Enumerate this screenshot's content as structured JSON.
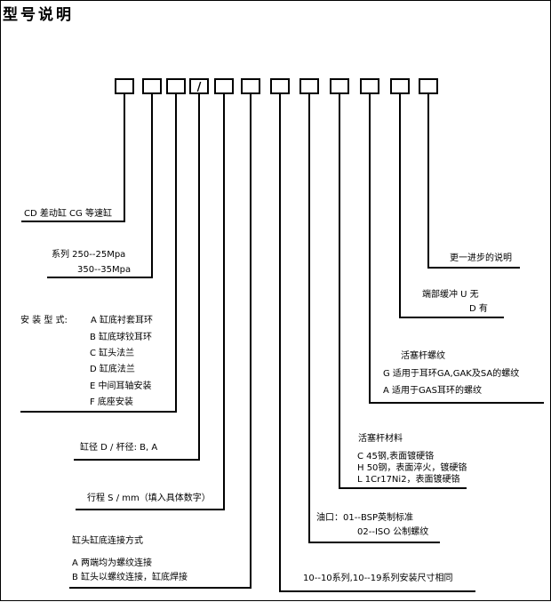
{
  "title": "型号说明",
  "slash": "/",
  "groups": {
    "g1": {
      "line1": "CD 差动缸  CG 等速缸"
    },
    "g2": {
      "line1": "系列  250--25Mpa",
      "line2": "350--35Mpa"
    },
    "g3": {
      "label": "安 装 型 式:",
      "items": [
        "A   缸底衬套耳环",
        "B  缸底球铰耳环",
        "C   缸头法兰",
        "D   缸底法兰",
        "E   中间耳轴安装",
        "F   底座安装"
      ]
    },
    "g4": {
      "line1": "缸径 D / 杆径: B, A"
    },
    "g5": {
      "line1": "行程   S / mm（填入具体数字）"
    },
    "g6": {
      "line1": "缸头缸底连接方式",
      "line2": "A      两端均为螺纹连接",
      "line3": "B    缸头以螺纹连接，缸底焊接"
    },
    "g7": {
      "line1": "10--10系列,10--19系列安装尺寸相同"
    },
    "g8": {
      "line1": "油口：01--BSP英制标准",
      "line2": "02--ISO 公制螺纹"
    },
    "g9": {
      "line1": "活塞杆材料",
      "line2": "C    45钢,表面镀硬铬",
      "line3": "H   50钢，表面淬火，镀硬铬",
      "line4": "L   1Cr17Ni2，表面镀硬铬"
    },
    "g10": {
      "line1": "活塞杆螺纹",
      "line2": "G   适用于耳环GA,GAK及SA的螺纹",
      "line3": "A   适用于GAS耳环的螺纹"
    },
    "g11": {
      "line1": "端部缓冲    U   无",
      "line2": "D   有"
    },
    "g12": {
      "line1": "更一进步的说明"
    }
  }
}
